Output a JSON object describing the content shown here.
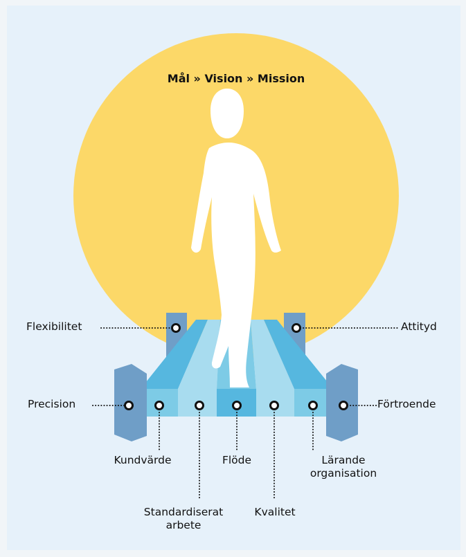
{
  "title": "Mål » Vision » Mission",
  "colors": {
    "background": "#e6f1fa",
    "sun": "#fcd868",
    "figure": "#ffffff",
    "pillar": "#6f9ec7",
    "lane_light": "#a8dcef",
    "lane_mid": "#7dcbe6",
    "lane_dark": "#56b7df",
    "dot_stroke": "#111111",
    "dot_fill": "#ffffff"
  },
  "labels": {
    "flexibilitet": "Flexibilitet",
    "attityd": "Attityd",
    "precision": "Precision",
    "fortroende": "Förtroende",
    "kundvarde": "Kundvärde",
    "standardiserat_1": "Standardiserat",
    "standardiserat_2": "arbete",
    "flode": "Flöde",
    "kvalitet": "Kvalitet",
    "larande_1": "Lärande",
    "larande_2": "organisation"
  }
}
